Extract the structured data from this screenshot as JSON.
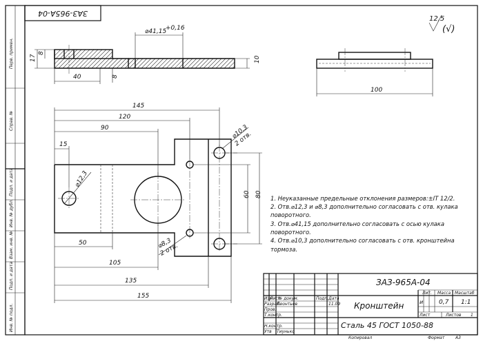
{
  "drawing_number": "ЗАЗ-965А-04",
  "part_name": "Кронштейн",
  "material": "Сталь 45 ГОСТ 1050-88",
  "roughness": {
    "value": "12,5",
    "suffix": "(√)"
  },
  "dims": {
    "d145": "145",
    "d120": "120",
    "d90": "90",
    "d15": "15",
    "d50": "50",
    "d105": "105",
    "d135": "135",
    "d155": "155",
    "d60": "60",
    "d80": "80",
    "d40": "40",
    "d8": "8",
    "d17": "17",
    "d8b": "8",
    "d10": "10",
    "d100": "100",
    "d41": "⌀41,15",
    "d41tol": "+0,16",
    "h12": "⌀12,3",
    "h10": "⌀10,3",
    "h10n": "2 отв.",
    "h8": "⌀8,3",
    "h8n": "2 отв."
  },
  "notes": [
    "1. Неуказанные предельные отклонения размеров:±IT 12/2.",
    "2. Отв.⌀12,3 и ⌀8,3 дополнительно согласовать с отв. кулака",
    "поворотного.",
    "3. Отв.⌀41,15  дополнительно  согласовать  с  осью  кулака",
    "поворотного.",
    "4. Отв.⌀10,3  дополнительно  согласовать  с  отв.  кронштейна",
    "тормоза."
  ],
  "side_labels": {
    "s1": "Перв. примен.",
    "s2": "Справ. №",
    "s3": "Подп. и дата",
    "s4": "Инв. № дубл.",
    "s5": "Взам. инв. №",
    "s6": "Подп. и дата",
    "s7": "Инв. № подл."
  },
  "title_block": {
    "izm": "Изм",
    "list": "Лист",
    "ndoc": "№ докум.",
    "podp": "Подп.",
    "data": "Дата",
    "razrab": "Разраб.",
    "razrab_name": "Леонтьев",
    "razrab_date": "11.09",
    "prov": "Пров.",
    "tkontr": "Т.контр.",
    "nkontr": "Н.контр.",
    "utv": "Утв",
    "utv_name": "Тиунько",
    "lit": "Лит.",
    "massa": "Масса",
    "masshtab": "Масштаб",
    "lit_val": "и",
    "massa_val": "0,7",
    "masshtab_val": "1:1",
    "list_lbl": "Лист",
    "listov": "Листов",
    "listov_val": "1",
    "kopiroval": "Копировал",
    "format": "Формат",
    "format_val": "А3"
  }
}
